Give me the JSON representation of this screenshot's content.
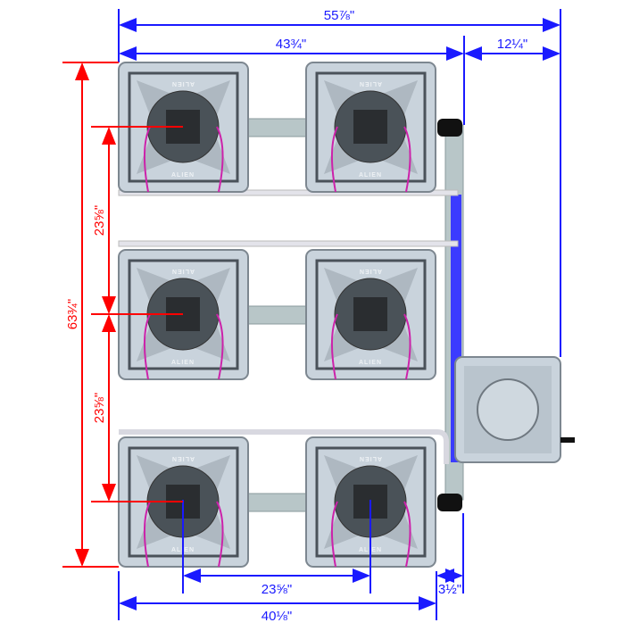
{
  "colors": {
    "blue_dim": "#1a1aff",
    "red_dim": "#ff0000",
    "pot": "#c9d3dc",
    "pipe": "#b8c6c8",
    "tube": "#cc22aa",
    "flow": "#3b3bff"
  },
  "pot_logo_text": "ALIEN",
  "dimensions": {
    "overall_width": "55⅞\"",
    "pots_width": "43¾\"",
    "reservoir_width": "12¼\"",
    "overall_height": "63¾\"",
    "row_spacing_top": "23⅝\"",
    "row_spacing_bottom": "23⅝\"",
    "column_spacing": "23⅝\"",
    "pots_base_width": "40⅛\"",
    "manifold_width": "3½\""
  }
}
